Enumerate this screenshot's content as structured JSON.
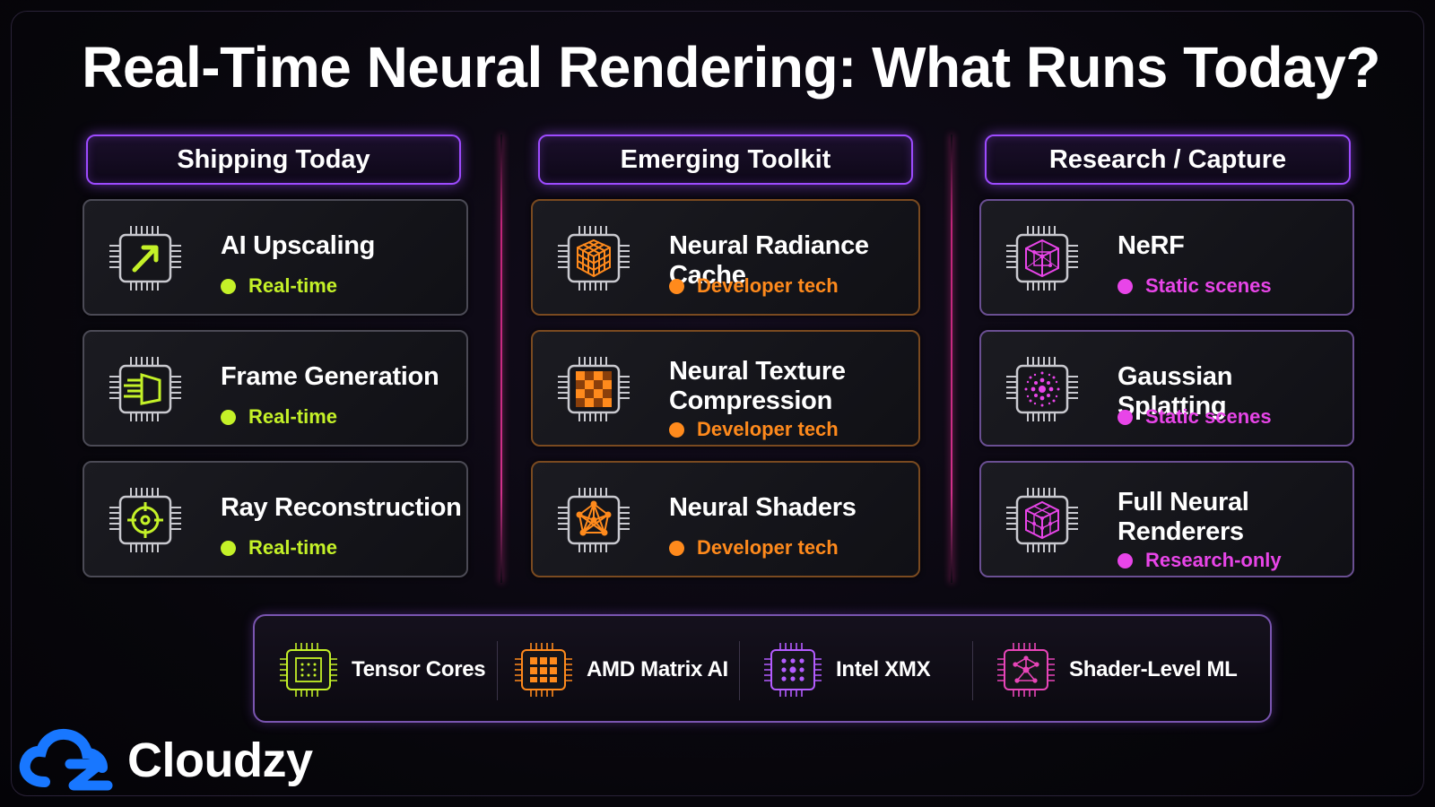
{
  "title": "Real-Time Neural Rendering: What Runs Today?",
  "colors": {
    "green": "#c4f128",
    "orange": "#ff8a1c",
    "magenta": "#e845e8",
    "header_border": "#9d4bff",
    "divider": "#d0308a"
  },
  "columns": [
    {
      "header": "Shipping Today",
      "cards": [
        {
          "title": "AI Upscaling",
          "status": "Real-time",
          "icon": "upscale-arrow-icon"
        },
        {
          "title": "Frame Generation",
          "status": "Real-time",
          "icon": "frame-generation-icon"
        },
        {
          "title": "Ray Reconstruction",
          "status": "Real-time",
          "icon": "crosshair-icon"
        }
      ]
    },
    {
      "header": "Emerging Toolkit",
      "cards": [
        {
          "title": "Neural Radiance Cache",
          "status": "Developer tech",
          "icon": "voxel-cube-icon"
        },
        {
          "title": "Neural Texture Compression",
          "status": "Developer tech",
          "icon": "checker-texture-icon"
        },
        {
          "title": "Neural Shaders",
          "status": "Developer tech",
          "icon": "neural-network-icon"
        }
      ]
    },
    {
      "header": "Research / Capture",
      "cards": [
        {
          "title": "NeRF",
          "status": "Static scenes",
          "icon": "wireframe-cube-icon"
        },
        {
          "title": "Gaussian Splatting",
          "status": "Static scenes",
          "icon": "splat-cloud-icon"
        },
        {
          "title": "Full Neural Renderers",
          "status": "Research-only",
          "icon": "mesh-cube-icon"
        }
      ]
    }
  ],
  "hardware": [
    {
      "label": "Tensor Cores",
      "icon": "tensor-core-chip-icon"
    },
    {
      "label": "AMD Matrix AI",
      "icon": "matrix-grid-chip-icon"
    },
    {
      "label": "Intel XMX",
      "icon": "xmx-dots-chip-icon"
    },
    {
      "label": "Shader-Level ML",
      "icon": "shader-ml-chip-icon"
    }
  ],
  "brand": {
    "name": "Cloudzy",
    "icon": "cloudzy-logo-icon"
  }
}
